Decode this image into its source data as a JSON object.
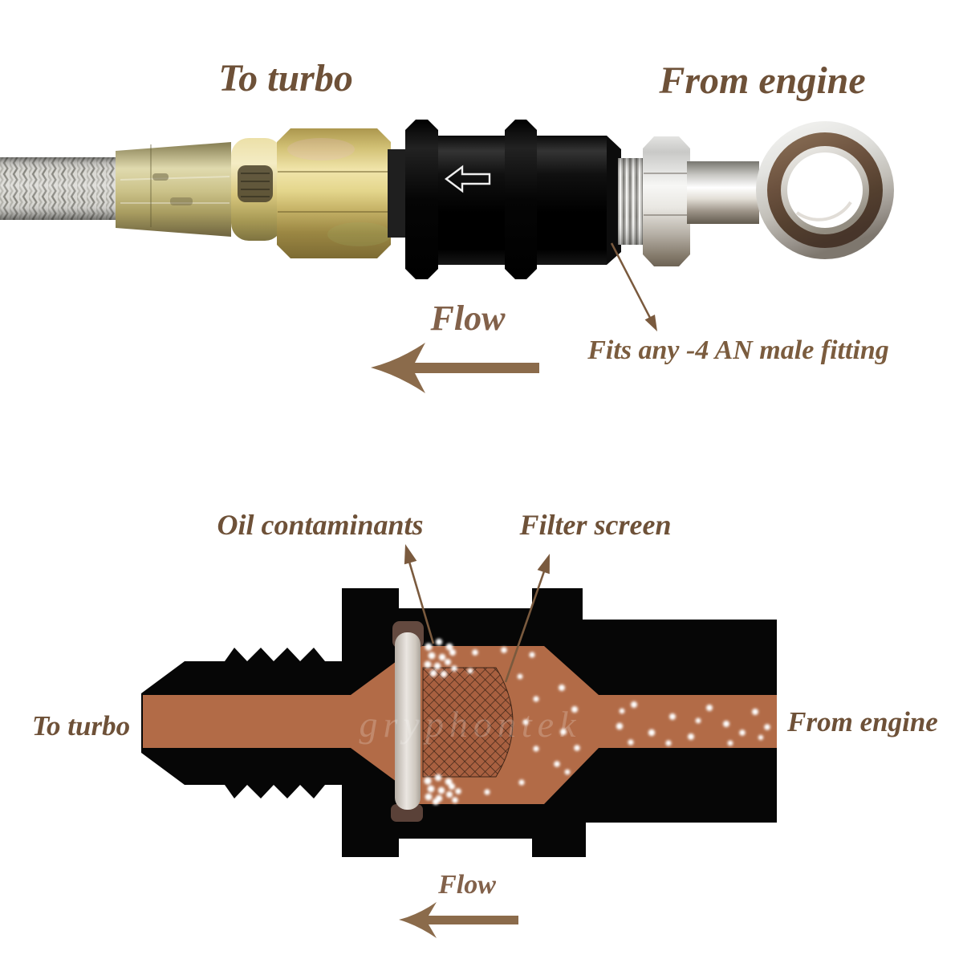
{
  "top_photo": {
    "to_turbo": "To turbo",
    "from_engine": "From engine",
    "flow": "Flow",
    "fitting_note": "Fits any -4 AN male fitting"
  },
  "cross_section": {
    "oil_contaminants": "Oil contaminants",
    "filter_screen": "Filter screen",
    "to_turbo": "To turbo",
    "from_engine": "From engine",
    "flow": "Flow",
    "watermark": "gryphontek"
  },
  "colors": {
    "label_brown": "#6E5138",
    "flow_brown": "#8B6B4B",
    "note_brown": "#7B5C3E",
    "oil_copper": "#B26B47",
    "mesh_brown": "#A86040",
    "housing_black": "#060606",
    "gold_fitting": "#D9C87E",
    "silver_fitting": "#E9E7E2"
  }
}
